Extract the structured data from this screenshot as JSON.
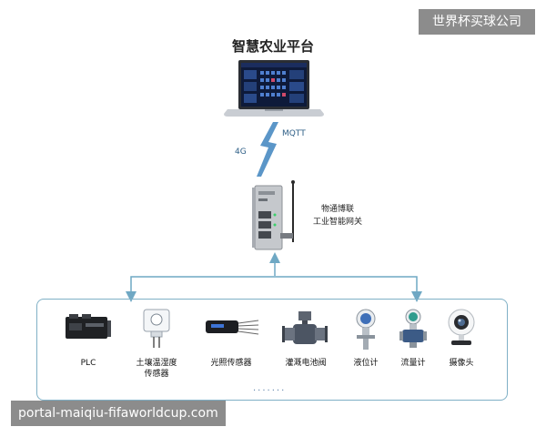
{
  "watermarks": {
    "top_right": "世界杯买球公司",
    "bottom_left": "portal-maiqiu-fifaworldcup.com"
  },
  "platform": {
    "title": "智慧农业平台"
  },
  "links": {
    "network": "4G",
    "protocol": "MQTT"
  },
  "gateway": {
    "line1": "物通博联",
    "line2": "工业智能网关"
  },
  "devices": [
    {
      "label": "PLC",
      "icon": "plc-icon"
    },
    {
      "label": "土壤温湿度\n传感器",
      "icon": "soil-sensor-icon"
    },
    {
      "label": "光照传感器",
      "icon": "light-sensor-icon"
    },
    {
      "label": "灌溉电池阀",
      "icon": "valve-icon"
    },
    {
      "label": "液位计",
      "icon": "level-meter-icon"
    },
    {
      "label": "流量计",
      "icon": "flow-meter-icon"
    },
    {
      "label": "摄像头",
      "icon": "camera-icon"
    }
  ],
  "more_indicator": ".......",
  "colors": {
    "connector": "#6fa8c4",
    "lightning": "#5b96c8",
    "frame": "#7fb0c6",
    "watermark_bg": "#8c8c8c"
  }
}
